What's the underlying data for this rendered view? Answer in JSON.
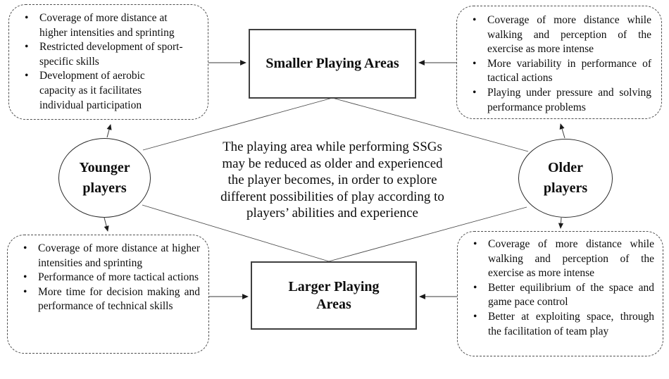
{
  "diagram": {
    "center_statement_lines": [
      "The playing area while performing SSGs",
      "may be reduced as older and experienced",
      "the player becomes, in order to explore",
      "different possibilities of play according to",
      "players’ abilities and experience"
    ],
    "nodes": {
      "smaller_area_label": "Smaller Playing Areas",
      "larger_area_label": "Larger Playing Areas",
      "younger_label": "Younger players",
      "older_label": "Older players"
    },
    "effect_boxes": {
      "younger_smaller": {
        "items": [
          "Coverage of more distance at higher intensities and sprinting",
          "Restricted development of sport-specific skills",
          "Development of aerobic capacity as it facilitates individual participation"
        ]
      },
      "older_smaller": {
        "items": [
          "Coverage of more distance while walking and perception of the exercise as more intense",
          "More variability in performance of tactical actions",
          "Playing under pressure and solving performance problems"
        ]
      },
      "younger_larger": {
        "items": [
          "Coverage of more distance at higher intensities and sprinting",
          "Performance of more tactical actions",
          "More time for decision making and performance of technical skills"
        ]
      },
      "older_larger": {
        "items": [
          "Coverage of more distance while walking and perception of the exercise as more intense",
          "Better equilibrium of the space and game pace control",
          "Better at exploiting space, through the facilitation of team play"
        ]
      }
    },
    "colors": {
      "background": "#ffffff",
      "text": "#0d0d0d",
      "solid_border": "#3f3f3f",
      "dashed_border": "#4f4f4f",
      "connector_line": "#3a3a3a"
    }
  }
}
